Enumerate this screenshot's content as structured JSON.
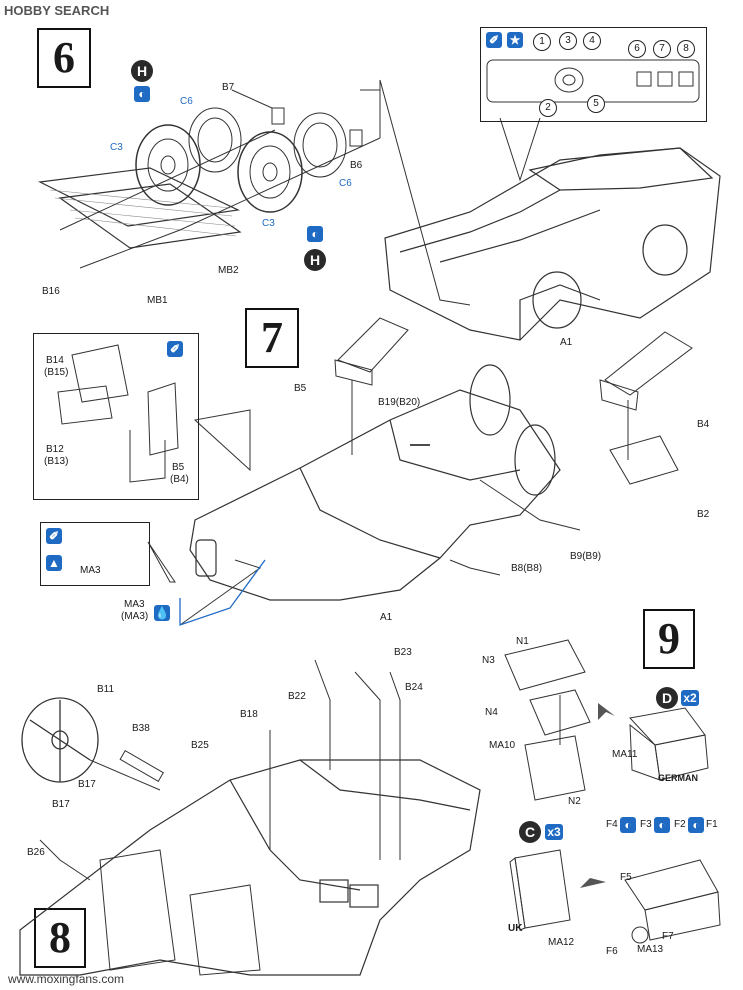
{
  "header": {
    "brand": "HOBBY SEARCH"
  },
  "watermark": "www.moxingfans.com",
  "steps": {
    "s6": "6",
    "s7": "7",
    "s8": "8",
    "s9": "9"
  },
  "icon_names": [
    "paint-brush-icon",
    "star-icon",
    "glue-icon",
    "drill-hole-icon",
    "decal-icon"
  ],
  "step6": {
    "part_labels": {
      "B7": "B7",
      "C6a": "C6",
      "C3a": "C3",
      "C3b": "C3",
      "C6b": "C6",
      "B6": "B6",
      "B16": "B16",
      "MB1": "MB1",
      "MB2": "MB2",
      "A1": "A1",
      "H1": "H",
      "H2": "H"
    },
    "dash_callouts": [
      "1",
      "2",
      "3",
      "4",
      "5",
      "6",
      "7",
      "8"
    ]
  },
  "step7": {
    "part_labels": {
      "B14": "B14",
      "B15": "(B15)",
      "B12": "B12",
      "B13": "(B13)",
      "B5s": "B5",
      "B4s": "(B4)",
      "B5": "B5",
      "B19": "B19(B20)",
      "B4": "B4",
      "B2": "B2",
      "B9": "B9(B9)",
      "B8": "B8(B8)",
      "A1": "A1",
      "MA3a": "MA3",
      "MA3b": "MA3",
      "MA3c": "(MA3)"
    }
  },
  "step8": {
    "part_labels": {
      "B11": "B11",
      "B38": "B38",
      "B22": "B22",
      "B23": "B23",
      "B24": "B24",
      "B18": "B18",
      "B25": "B25",
      "B17a": "B17",
      "B17b": "B17",
      "B26": "B26"
    }
  },
  "step9": {
    "part_labels": {
      "N1": "N1",
      "N3": "N3",
      "N4": "N4",
      "MA10": "MA10",
      "N2": "N2",
      "MA11": "MA11",
      "GERMAN": "GERMAN",
      "D": "D",
      "x2": "x2",
      "C": "C",
      "x3": "x3",
      "F4": "F4",
      "F3": "F3",
      "F2": "F2",
      "F1": "F1",
      "F5": "F5",
      "UK": "UK",
      "MA12": "MA12",
      "F6": "F6",
      "F7": "F7",
      "MA13": "MA13"
    }
  }
}
